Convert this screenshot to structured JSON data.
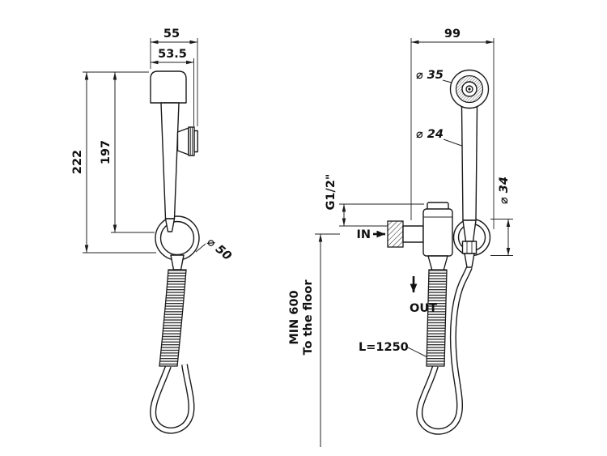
{
  "drawing": {
    "colors": {
      "line": "#1a1a1a",
      "background": "#ffffff"
    },
    "left_view": {
      "dim_width_total": "55",
      "dim_width_head": "53.5",
      "dim_height_total": "222",
      "dim_height_handle": "197",
      "dia_bracket": "⌀ 50"
    },
    "right_view": {
      "dim_width_top": "99",
      "dia_head": "⌀ 35",
      "dia_handle": "⌀ 24",
      "dia_holder": "⌀ 34",
      "thread": "G1/2\"",
      "inlet": "IN",
      "outlet": "OUT",
      "min_height": "MIN 600",
      "floor_note": "To the floor",
      "hose_length": "L=1250"
    }
  }
}
